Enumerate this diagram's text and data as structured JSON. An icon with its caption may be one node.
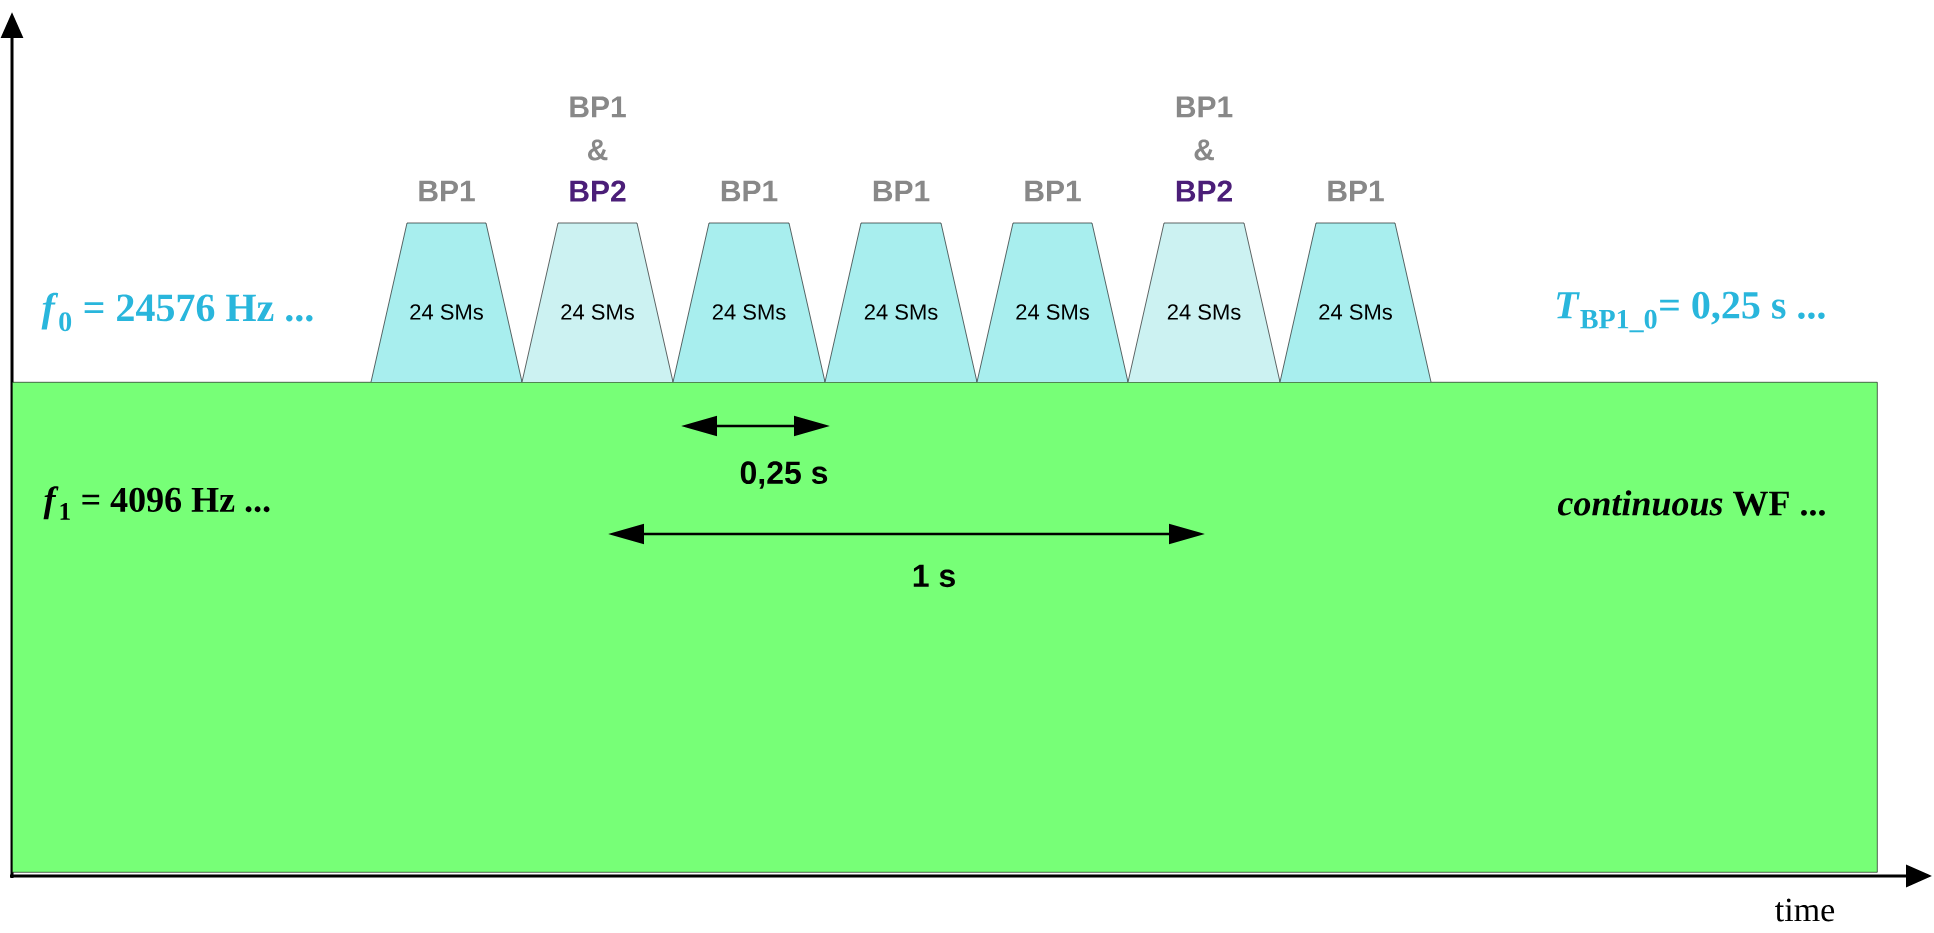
{
  "diagram": {
    "nodes": [
      {
        "text": [
          "*f*$_{1}$ = 4096 Hz ...",
          "*continuous* WF ..."
        ]
      },
      {
        "text": [
          "BP1",
          "24 SMs"
        ]
      },
      {
        "text": [
          "BP1 &",
          "BP2",
          "24 SMs"
        ]
      },
      {
        "text": [
          "BP1",
          "24 SMs"
        ]
      },
      {
        "text": [
          "BP1",
          "24 SMs"
        ]
      },
      {
        "text": [
          "BP1",
          "24 SMs"
        ]
      },
      {
        "text": [
          "BP1 &",
          "BP2",
          "24 SMs"
        ]
      },
      {
        "text": [
          "BP1",
          "24 SMs"
        ]
      }
    ],
    "labels": [
      "*f*$_{0}$ = 24576 Hz ...",
      "*T*$_{BP1_0}$= 0,25 s ...",
      "0,25 s",
      "1 s",
      "time"
    ]
  }
}
